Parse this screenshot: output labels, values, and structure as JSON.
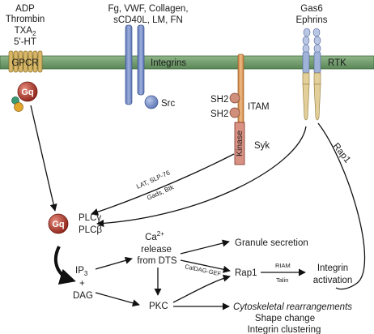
{
  "ligands": {
    "gpcr": [
      "ADP",
      "Thrombin",
      "TXA2",
      "5'-HT"
    ],
    "integrin": [
      "Fg, VWF, Collagen,",
      "sCD40L, LM, FN"
    ],
    "rtk": [
      "Gas6",
      "Ephrins"
    ]
  },
  "receptors": {
    "gpcr": "GPCR",
    "integrins": "Integrins",
    "rtk": "RTK"
  },
  "proteins": {
    "gq": "Gq",
    "src": "Src",
    "sh2_top": "SH2",
    "sh2_bottom": "SH2",
    "itam": "ITAM",
    "kinase": "Kinase",
    "syk": "Syk",
    "rap1_upper": "Rap1"
  },
  "adaptors": {
    "line1": "LAT, SLP-76",
    "line2": "Gads, Btk"
  },
  "pathway": {
    "gq_lower": "Gq",
    "plc_gamma": "PLCγ",
    "plc_beta": "PLCβ",
    "ip3": "IP3",
    "plus": "+",
    "dag": "DAG",
    "ca_release": [
      "Ca2+",
      "release",
      "from DTS"
    ],
    "granule": "Granule secretion",
    "caldag": "CalDAG-GEF",
    "rap1": "Rap1",
    "riam": "RIAM",
    "talin": "Talin",
    "integrin_activation": [
      "Integrin",
      "activation"
    ],
    "pkc": "PKC",
    "cytoskeletal": "Cytoskeletal rearrangements",
    "shape": "Shape change",
    "clustering": "Integrin clustering"
  },
  "colors": {
    "membrane": "#6f9a6a",
    "gpcr": "#d8b769",
    "gq": "#b23a2b",
    "integrin": "#6f88c4",
    "itam": "#e0a066",
    "kinase": "#d08a80",
    "rtk_top": "#9fb2d8",
    "rtk_bottom": "#e3cf9a"
  }
}
